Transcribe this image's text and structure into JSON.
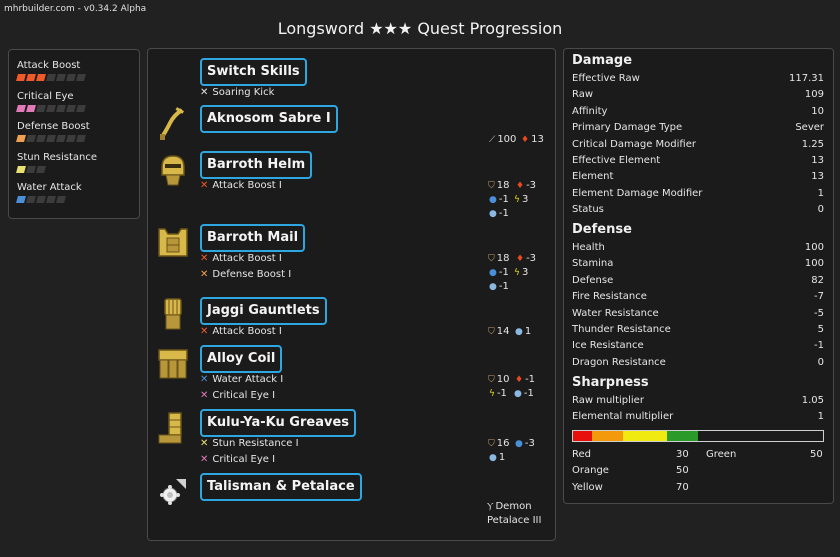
{
  "app": {
    "version": "mhrbuilder.com - v0.34.2 Alpha",
    "title": "Longsword ★★★ Quest Progression"
  },
  "skills": [
    {
      "name": "Attack Boost",
      "level": 3,
      "max": 7,
      "color": "#f05a28"
    },
    {
      "name": "Critical Eye",
      "level": 2,
      "max": 7,
      "color": "#e07ab8"
    },
    {
      "name": "Defense Boost",
      "level": 1,
      "max": 7,
      "color": "#f0a050"
    },
    {
      "name": "Stun Resistance",
      "level": 1,
      "max": 3,
      "color": "#e8e070"
    },
    {
      "name": "Water Attack",
      "level": 1,
      "max": 5,
      "color": "#4a90d9"
    }
  ],
  "equipment": {
    "switch_skills": {
      "name": "Switch Skills",
      "skill": "Soaring Kick"
    },
    "weapon": {
      "name": "Aknosom Sabre I",
      "sharp": "100",
      "fire": "13"
    },
    "helm": {
      "name": "Barroth Helm",
      "skills": [
        "Attack Boost I"
      ],
      "defense": "18",
      "fire": "-3",
      "water": "-1",
      "thunder": "3",
      "ice": "-1"
    },
    "mail": {
      "name": "Barroth Mail",
      "skills": [
        "Attack Boost I",
        "Defense Boost I"
      ],
      "defense": "18",
      "fire": "-3",
      "water": "-1",
      "thunder": "3",
      "ice": "-1"
    },
    "gauntlets": {
      "name": "Jaggi Gauntlets",
      "skills": [
        "Attack Boost I"
      ],
      "defense": "14",
      "ice": "1"
    },
    "coil": {
      "name": "Alloy Coil",
      "skills": [
        "Water Attack I",
        "Critical Eye I"
      ],
      "defense": "10",
      "fire": "-1",
      "thunder": "-1",
      "ice": "-1"
    },
    "greaves": {
      "name": "Kulu-Ya-Ku Greaves",
      "skills": [
        "Stun Resistance I",
        "Critical Eye I"
      ],
      "defense": "16",
      "water": "-3",
      "ice": "1"
    },
    "talisman": {
      "name": "Talisman & Petalace",
      "petalace_line1": "Demon",
      "petalace_line2": "Petalace III"
    }
  },
  "stats": {
    "damage": {
      "title": "Damage",
      "rows": [
        {
          "label": "Effective Raw",
          "value": "117.31"
        },
        {
          "label": "Raw",
          "value": "109"
        },
        {
          "label": "Affinity",
          "value": "10"
        },
        {
          "label": "Primary Damage Type",
          "value": "Sever"
        },
        {
          "label": "Critical Damage Modifier",
          "value": "1.25"
        },
        {
          "label": "Effective Element",
          "value": "13"
        },
        {
          "label": "Element",
          "value": "13"
        },
        {
          "label": "Element Damage Modifier",
          "value": "1"
        },
        {
          "label": "Status",
          "value": "0"
        }
      ]
    },
    "defense": {
      "title": "Defense",
      "rows": [
        {
          "label": "Health",
          "value": "100"
        },
        {
          "label": "Stamina",
          "value": "100"
        },
        {
          "label": "Defense",
          "value": "82"
        },
        {
          "label": "Fire Resistance",
          "value": "-7"
        },
        {
          "label": "Water Resistance",
          "value": "-5"
        },
        {
          "label": "Thunder Resistance",
          "value": "5"
        },
        {
          "label": "Ice Resistance",
          "value": "-1"
        },
        {
          "label": "Dragon Resistance",
          "value": "0"
        }
      ]
    },
    "sharpness": {
      "title": "Sharpness",
      "rows": [
        {
          "label": "Raw multiplier",
          "value": "1.05"
        },
        {
          "label": "Elemental multiplier",
          "value": "1"
        }
      ],
      "bar": [
        {
          "color": "#e8100c",
          "value": 30
        },
        {
          "color": "#f29a0c",
          "value": 50
        },
        {
          "color": "#f0ea10",
          "value": 70
        },
        {
          "color": "#2a9a2a",
          "value": 50
        }
      ],
      "bar_total": 400,
      "legend": {
        "red_label": "Red",
        "red_value": "30",
        "green_label": "Green",
        "green_value": "50",
        "orange_label": "Orange",
        "orange_value": "50",
        "yellow_label": "Yellow",
        "yellow_value": "70"
      }
    }
  }
}
